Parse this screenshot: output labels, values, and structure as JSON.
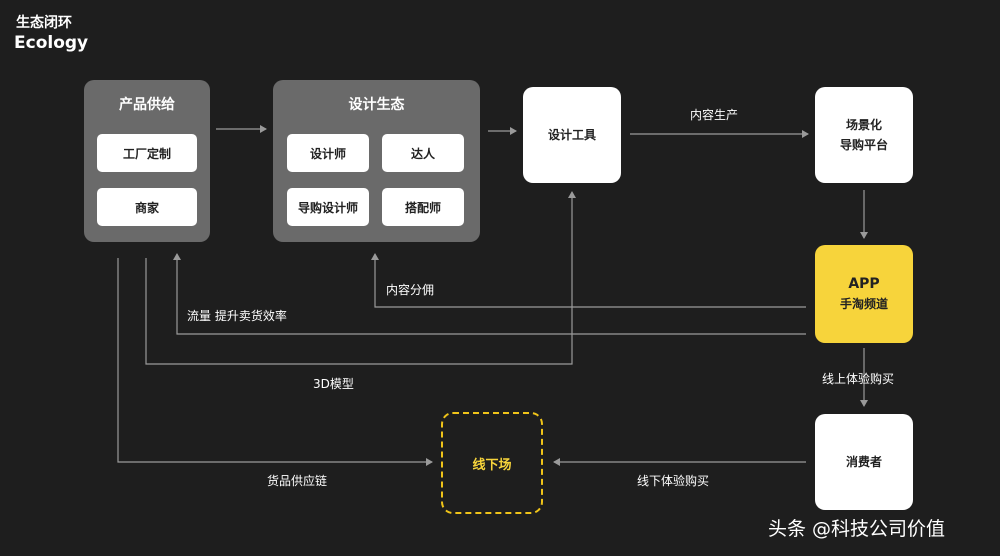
{
  "heading": {
    "zh": "生态闭环",
    "en": "Ecology"
  },
  "product_supply": {
    "title": "产品供给",
    "items": [
      "工厂定制",
      "商家"
    ]
  },
  "design_ecosystem": {
    "title": "设计生态",
    "items": [
      "设计师",
      "达人",
      "导购设计师",
      "搭配师"
    ]
  },
  "design_tools": "设计工具",
  "scene_platform": {
    "line1": "场景化",
    "line2": "导购平台"
  },
  "app": {
    "line1": "APP",
    "line2": "手淘频道"
  },
  "consumer": "消费者",
  "offline": "线下场",
  "flow_labels": {
    "content_production": "内容生产",
    "content_revenue_share": "内容分佣",
    "traffic_efficiency": "流量 提升卖货效率",
    "model_3d": "3D模型",
    "online_experience": "线上体验购买",
    "offline_experience": "线下体验购买",
    "supply_chain": "货品供应链"
  },
  "watermark": "头条 @科技公司价值",
  "colors": {
    "background": "#1e1e1e",
    "group": "#6a6a6a",
    "app": "#f7d43b",
    "offline_border": "#f0c419",
    "lines": "#9a9a9a"
  }
}
